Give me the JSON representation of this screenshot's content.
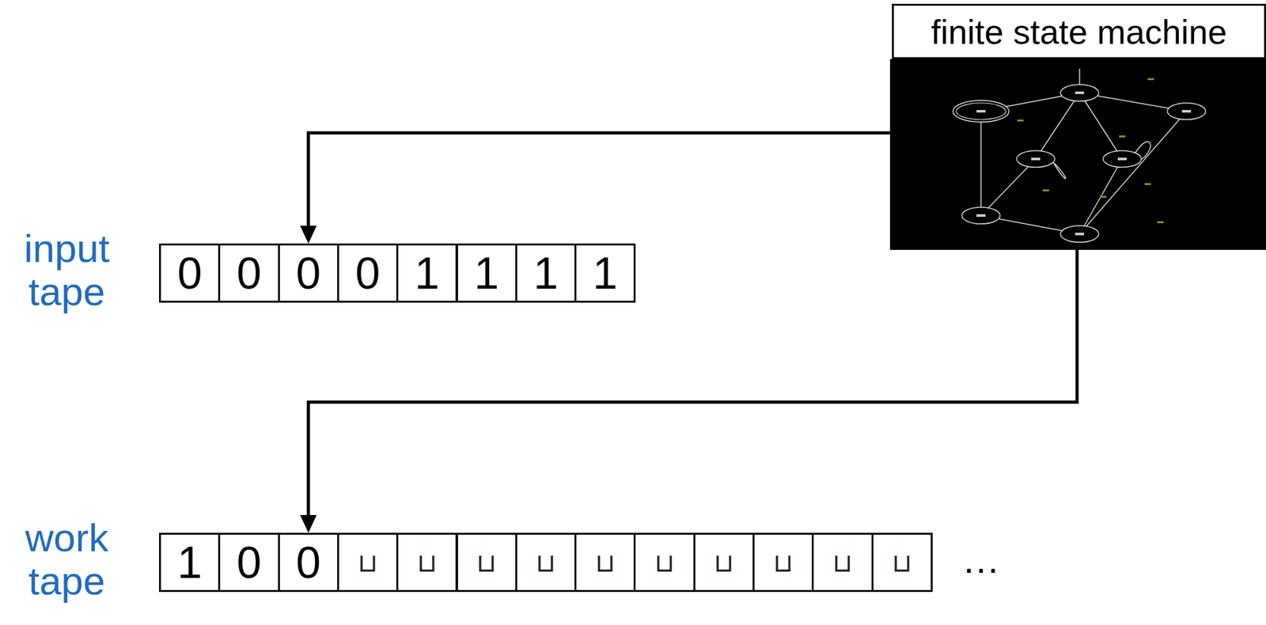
{
  "diagram": {
    "nodes": [
      {
        "text": [
          "finite state machine"
        ]
      },
      {
        "text": [
          "0"
        ]
      },
      {
        "text": [
          "0"
        ]
      },
      {
        "text": [
          "0"
        ]
      },
      {
        "text": [
          "0"
        ]
      },
      {
        "text": [
          "1"
        ]
      },
      {
        "text": [
          "1"
        ]
      },
      {
        "text": [
          "1"
        ]
      },
      {
        "text": [
          "1"
        ]
      },
      {
        "text": [
          "1"
        ]
      },
      {
        "text": [
          "0"
        ]
      },
      {
        "text": [
          "0"
        ]
      },
      {
        "text": [
          "⊔"
        ]
      },
      {
        "text": [
          "⊔"
        ]
      },
      {
        "text": [
          "⊔"
        ]
      },
      {
        "text": [
          "⊔"
        ]
      },
      {
        "text": [
          "⊔"
        ]
      },
      {
        "text": [
          "⊔"
        ]
      },
      {
        "text": [
          "⊔"
        ]
      },
      {
        "text": [
          "⊔"
        ]
      },
      {
        "text": [
          "⊔"
        ]
      },
      {
        "text": [
          "⊔"
        ]
      }
    ],
    "edges": [
      {
        "from": 0,
        "to": 3,
        "arrow": "to"
      },
      {
        "from": 0,
        "to": 11,
        "arrow": "to"
      }
    ],
    "labels": [
      "input tape",
      "work tape",
      "…"
    ]
  }
}
